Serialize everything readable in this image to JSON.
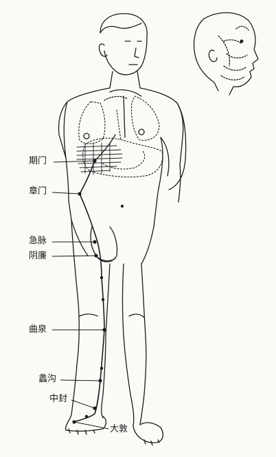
{
  "labels": {
    "qimen": "期门",
    "zhangmen": "章门",
    "jimai": "急脉",
    "yinlian": "阴廉",
    "ququan": "曲泉",
    "ligou": "蠡沟",
    "zhongfeng": "中封",
    "dadun": "大敦"
  },
  "colors": {
    "ink": "#1a1a1a",
    "paper": "#fbfaf7"
  }
}
